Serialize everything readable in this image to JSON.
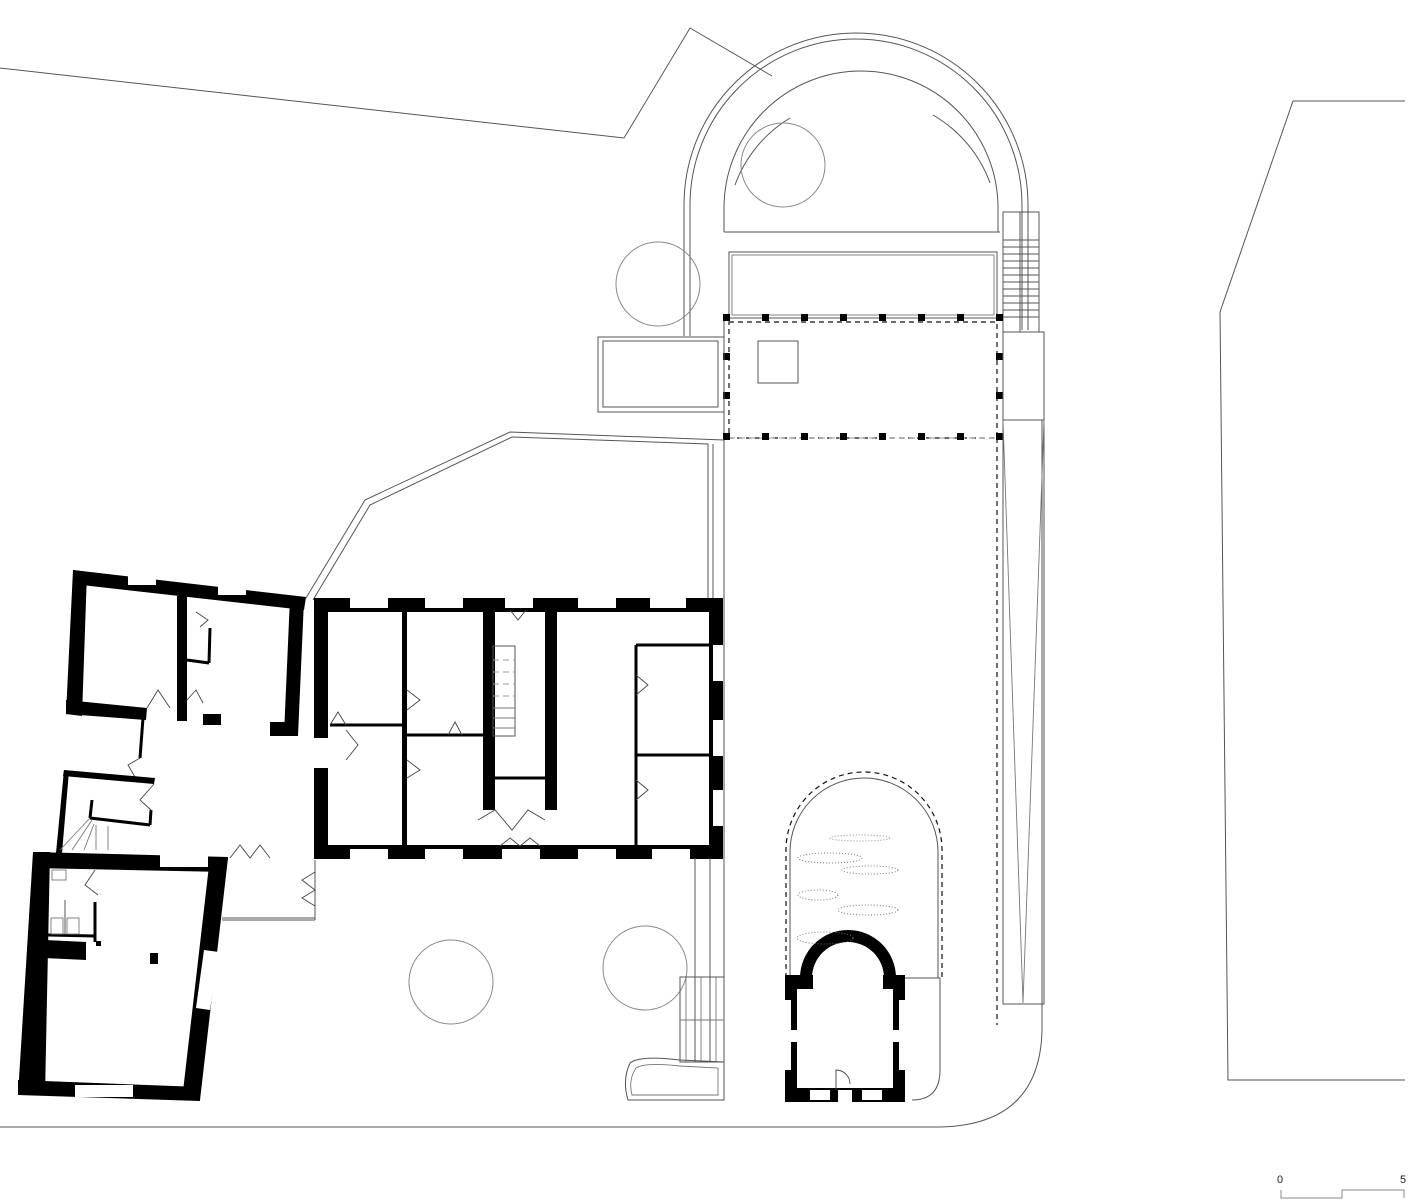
{
  "drawing": {
    "type": "architectural floor plan",
    "background": "#ffffff",
    "wall_color": "#000000",
    "line_color": "#555555"
  },
  "scale_bar": {
    "start_label": "0",
    "end_label": "5"
  }
}
